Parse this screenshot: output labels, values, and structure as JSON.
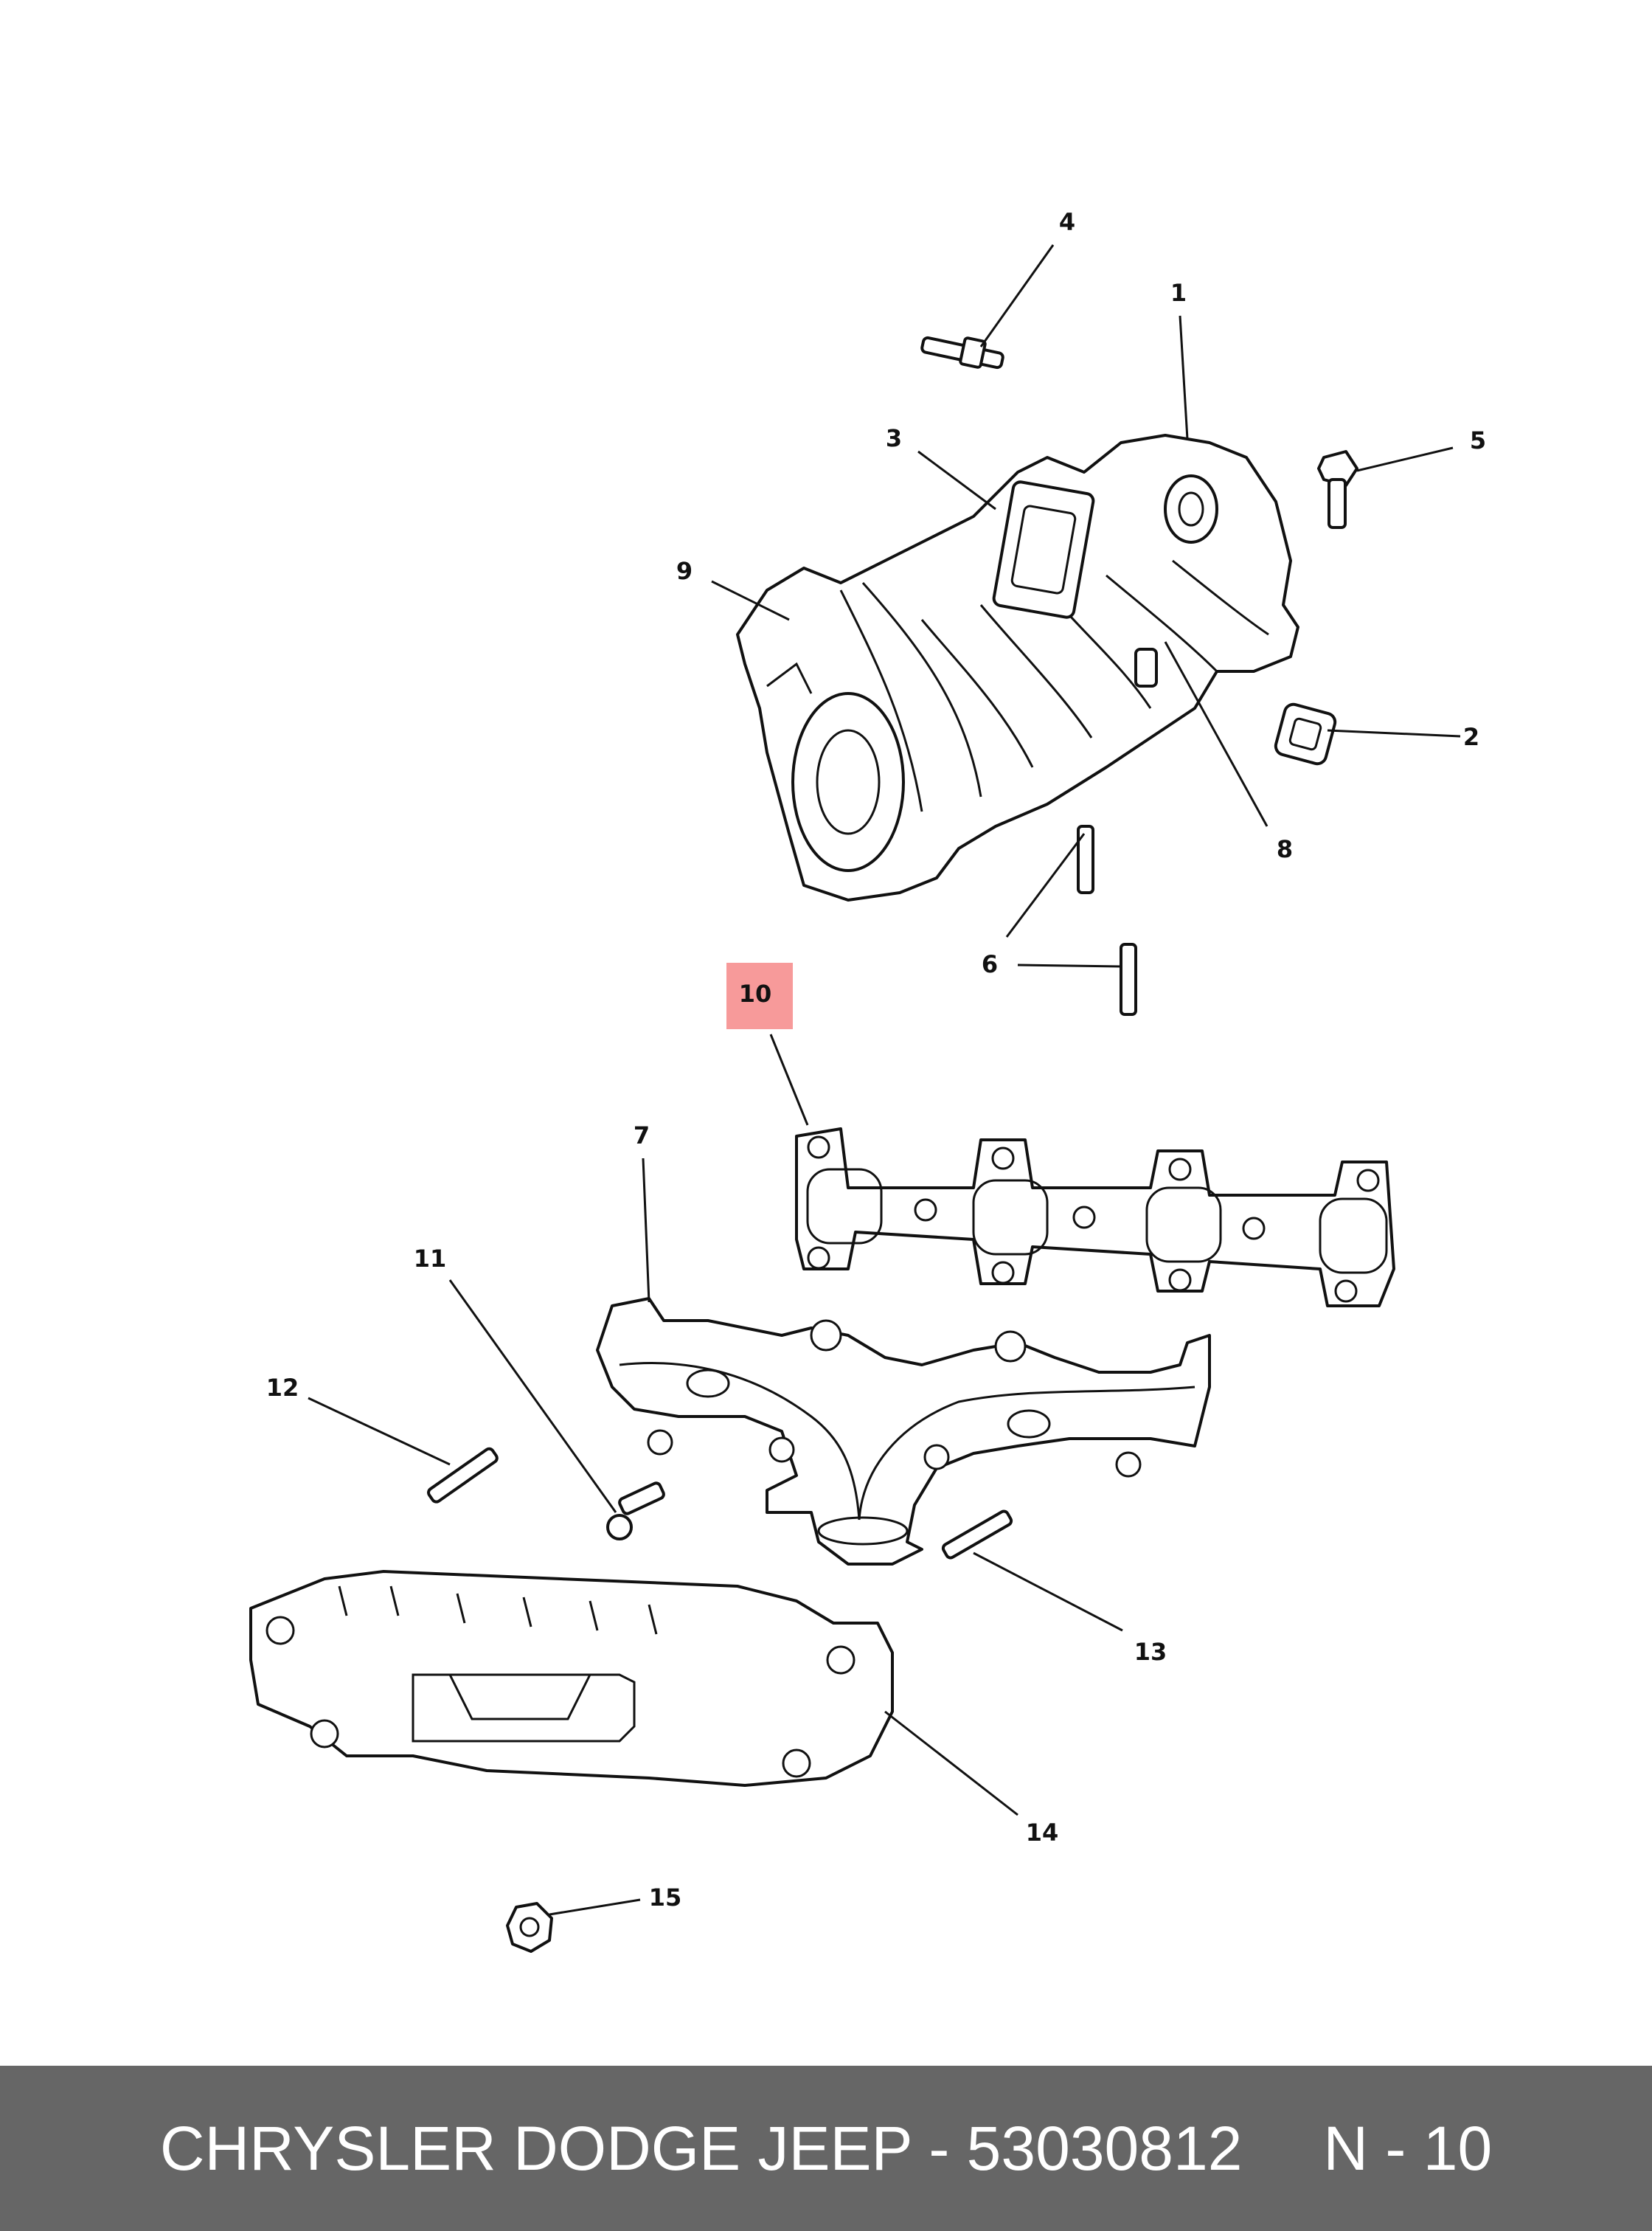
{
  "callouts": {
    "c1": "1",
    "c2": "2",
    "c3": "3",
    "c4": "4",
    "c5": "5",
    "c6a": "6",
    "c7": "7",
    "c8": "8",
    "c9": "9",
    "c10": "10",
    "c11": "11",
    "c12": "12",
    "c13": "13",
    "c14": "14",
    "c15": "15"
  },
  "highlight": {
    "callout": "10",
    "color": "#f79a9a"
  },
  "footer": {
    "part_text": "CHRYSLER DODGE JEEP - 53030812",
    "ref_text": "N - 10",
    "background": "#666666"
  }
}
